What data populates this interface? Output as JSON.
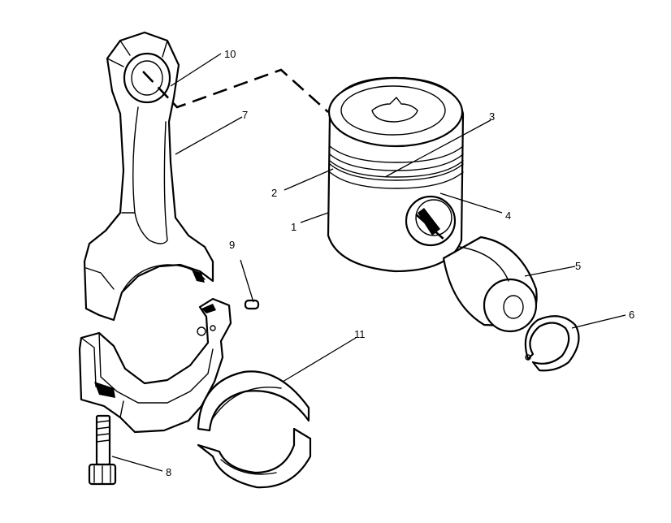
{
  "diagram": {
    "type": "exploded-parts-illustration",
    "line_color": "#000000",
    "background_color": "#ffffff",
    "callouts": [
      {
        "id": "1",
        "label": "1"
      },
      {
        "id": "2",
        "label": "2"
      },
      {
        "id": "3",
        "label": "3"
      },
      {
        "id": "4",
        "label": "4"
      },
      {
        "id": "5",
        "label": "5"
      },
      {
        "id": "6",
        "label": "6"
      },
      {
        "id": "7",
        "label": "7"
      },
      {
        "id": "8",
        "label": "8"
      },
      {
        "id": "9",
        "label": "9"
      },
      {
        "id": "10",
        "label": "10"
      },
      {
        "id": "11",
        "label": "11"
      }
    ]
  }
}
